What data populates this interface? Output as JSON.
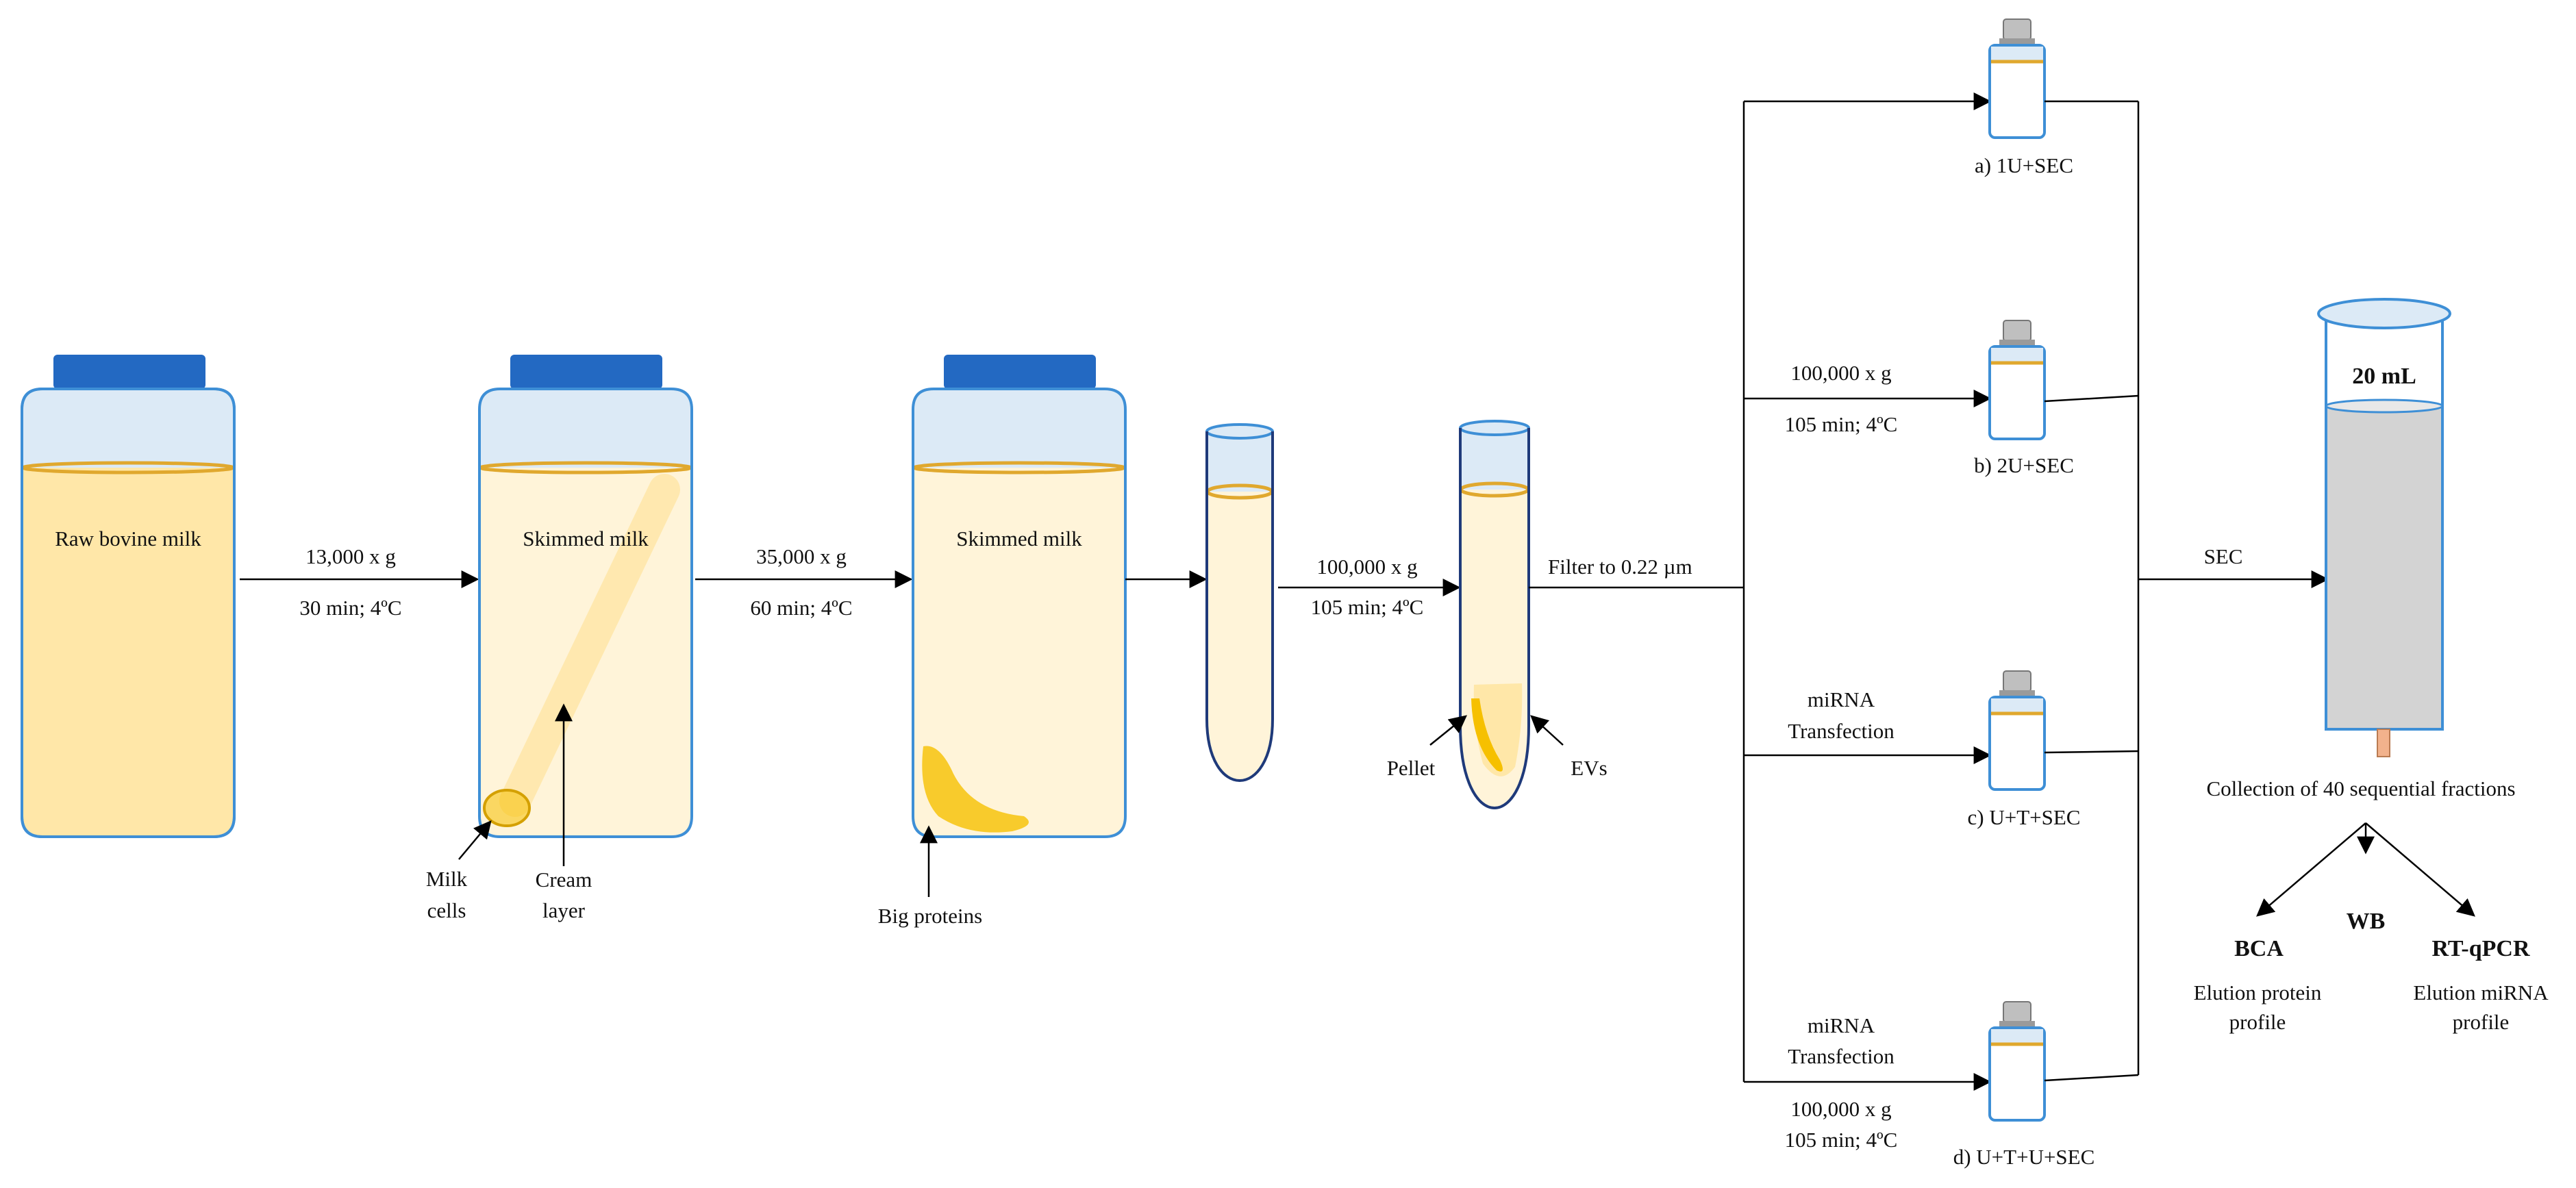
{
  "colors": {
    "milk": "#FFE7A8",
    "milk_light": "#FFF4D9",
    "jar_headspace": "#DCEAF6",
    "jar_outline": "#3E8FD6",
    "lid": "#2369C2",
    "band": "#E0A82E",
    "pellet": "#F6C000",
    "column_gray": "#D3D3D3",
    "cap_gray": "#BFBFBF",
    "line": "#000000"
  },
  "containers": {
    "raw_milk": "Raw bovine milk",
    "skimmed_1": "Skimmed milk",
    "skimmed_2": "Skimmed milk"
  },
  "steps": {
    "spin1_speed": "13,000 x g",
    "spin1_time": "30 min; 4ºC",
    "spin2_speed": "35,000 x g",
    "spin2_time": "60 min; 4ºC",
    "spin3_speed": "100,000 x g",
    "spin3_time": "105 min; 4ºC",
    "filter": "Filter to 0.22 µm",
    "sec": "SEC"
  },
  "annotations": {
    "milk_cells_1": "Milk",
    "milk_cells_2": "cells",
    "cream_1": "Cream",
    "cream_2": "layer",
    "big_proteins": "Big proteins",
    "pellet": "Pellet",
    "evs": "EVs"
  },
  "branches": {
    "a_label": "a) 1U+SEC",
    "b_speed": "100,000 x g",
    "b_time": "105 min; 4ºC",
    "b_label": "b) 2U+SEC",
    "c_line1": "miRNA",
    "c_line2": "Transfection",
    "c_label": "c) U+T+SEC",
    "d_line1": "miRNA",
    "d_line2": "Transfection",
    "d_speed": "100,000 x g",
    "d_time": "105 min; 4ºC",
    "d_label": "d) U+T+U+SEC"
  },
  "column": {
    "volume": "20 mL",
    "collection": "Collection of 40 sequential fractions"
  },
  "outputs": {
    "bca": "BCA",
    "wb": "WB",
    "rtqpcr": "RT-qPCR",
    "bca_desc_1": "Elution protein",
    "bca_desc_2": "profile",
    "rt_desc_1": "Elution miRNA",
    "rt_desc_2": "profile"
  }
}
